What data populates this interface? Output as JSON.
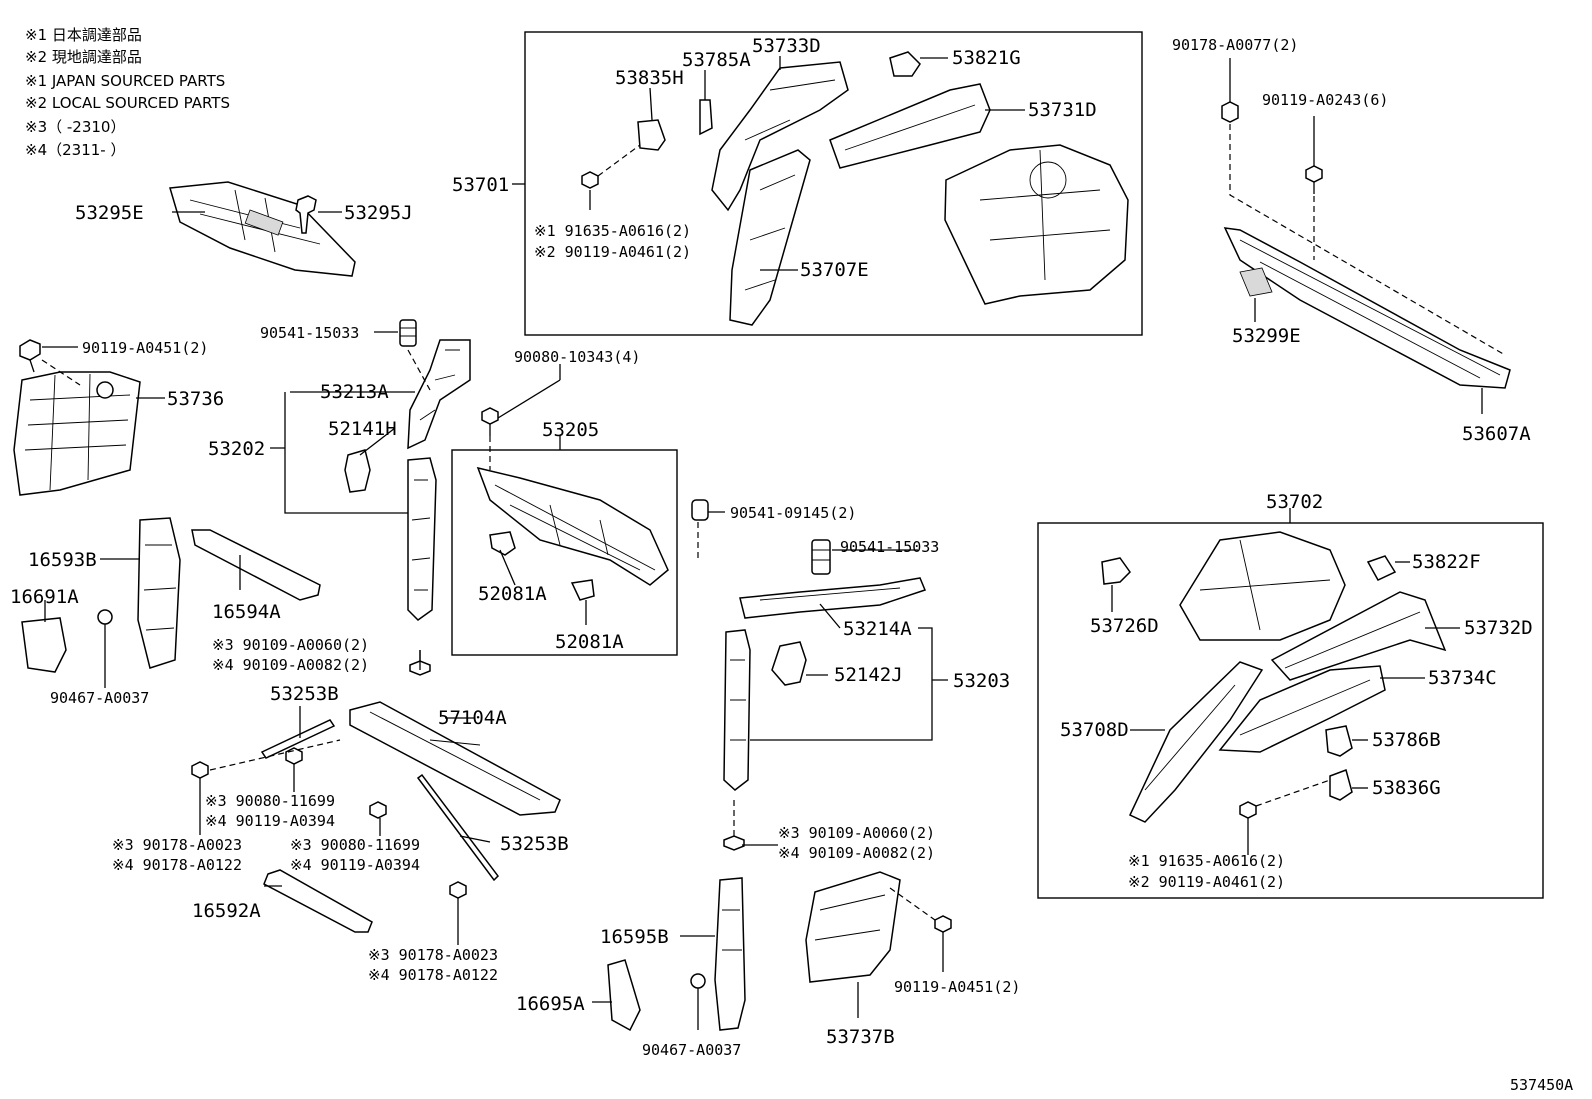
{
  "notes": [
    "※1  日本調達部品",
    "※2  現地調達部品",
    "※1  JAPAN SOURCED PARTS",
    "※2  LOCAL SOURCED PARTS",
    "※3（      -2310）",
    "※4（2311-      ）"
  ],
  "labels": {
    "p53295E": "53295E",
    "p53295J": "53295J",
    "p90119_A0451_a": "90119-A0451(2)",
    "p53736": "53736",
    "p90541_15033_a": "90541-15033",
    "p53213A": "53213A",
    "p53202": "53202",
    "p52141H": "52141H",
    "p90080_10343": "90080-10343(4)",
    "p53205": "53205",
    "p90541_09145": "90541-09145(2)",
    "p52081A_a": "52081A",
    "p52081A_b": "52081A",
    "p90541_15033_b": "90541-15033",
    "p53214A": "53214A",
    "p52142J": "52142J",
    "p53203": "53203",
    "p16593B": "16593B",
    "p16691A": "16691A",
    "p16594A": "16594A",
    "p90467_A0037_a": "90467-A0037",
    "p90109_A0060_a": "※3 90109-A0060(2)",
    "p90109_A0082_a": "※4 90109-A0082(2)",
    "p53253B_a": "53253B",
    "p57104A": "57104A",
    "p90080_11699_a": "※3 90080-11699",
    "p90119_A0394_a": "※4 90119-A0394",
    "p90178_A0023_a": "※3 90178-A0023",
    "p90178_A0122_a": "※4 90178-A0122",
    "p90080_11699_b": "※3 90080-11699",
    "p90119_A0394_b": "※4 90119-A0394",
    "p53253B_b": "53253B",
    "p16592A": "16592A",
    "p90178_A0023_b": "※3 90178-A0023",
    "p90178_A0122_b": "※4 90178-A0122",
    "p90109_A0060_b": "※3 90109-A0060(2)",
    "p90109_A0082_b": "※4 90109-A0082(2)",
    "p16595B": "16595B",
    "p16695A": "16695A",
    "p90467_A0037_b": "90467-A0037",
    "p53737B": "53737B",
    "p90119_A0451_b": "90119-A0451(2)",
    "p53701": "53701",
    "p53835H": "53835H",
    "p53785A": "53785A",
    "p53733D": "53733D",
    "p53821G": "53821G",
    "p53731D": "53731D",
    "p91635_A0616_a": "※1 91635-A0616(2)",
    "p90119_A0461_a": "※2 90119-A0461(2)",
    "p53707E": "53707E",
    "p90178_A0077": "90178-A0077(2)",
    "p90119_A0243": "90119-A0243(6)",
    "p53299E": "53299E",
    "p53607A": "53607A",
    "p53702": "53702",
    "p53726D": "53726D",
    "p53822F": "53822F",
    "p53732D": "53732D",
    "p53734C": "53734C",
    "p53708D": "53708D",
    "p53786B": "53786B",
    "p53836G": "53836G",
    "p91635_A0616_b": "※1 91635-A0616(2)",
    "p90119_A0461_b": "※2 90119-A0461(2)",
    "p537450A": "537450A"
  }
}
